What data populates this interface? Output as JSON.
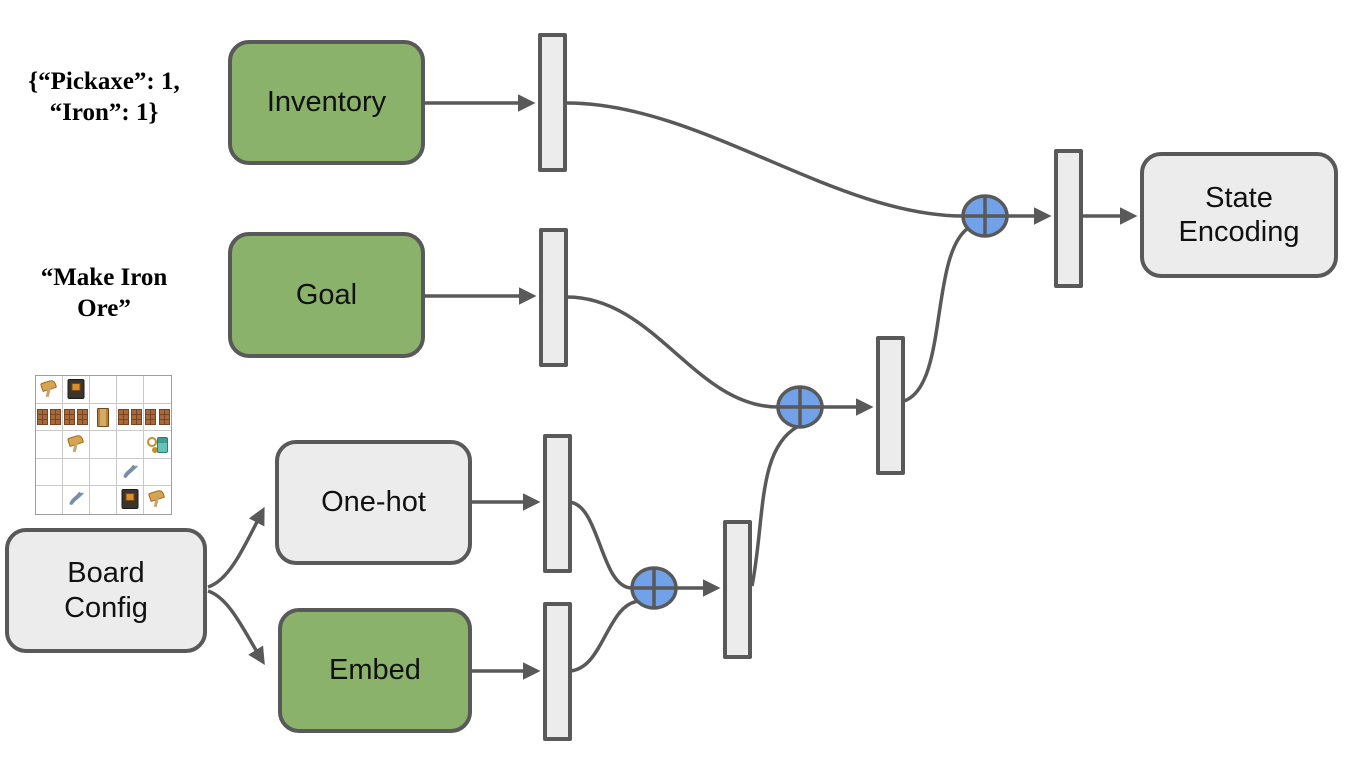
{
  "colors": {
    "line": "#595959",
    "node_green": "#8bb26a",
    "node_gray": "#ececec",
    "bar_fill": "#ececec",
    "concat_blue": "#71a1e8",
    "grid_line": "#c9c9c9"
  },
  "nodes": {
    "inventory": "Inventory",
    "goal": "Goal",
    "onehot": "One-hot",
    "embed": "Embed",
    "board_config": "Board Config",
    "state_encoding": "State Encoding"
  },
  "annotations": {
    "inventory_example_line1": "{“Pickaxe”: 1,",
    "inventory_example_line2": "“Iron”: 1}",
    "goal_example_line1": "“Make Iron",
    "goal_example_line2": "Ore”"
  },
  "operators": {
    "concat_symbol": "⊕",
    "concat_meaning": "concatenate"
  },
  "board": {
    "grid": [
      [
        "axe",
        "furnace",
        "",
        "",
        ""
      ],
      [
        "wall",
        "wall",
        "door",
        "wall",
        "wall"
      ],
      [
        "",
        "axe",
        "",
        "",
        "key_agent"
      ],
      [
        "",
        "",
        "",
        "pickaxe",
        ""
      ],
      [
        "",
        "pickaxe",
        "",
        "furnace",
        "axe"
      ]
    ]
  }
}
